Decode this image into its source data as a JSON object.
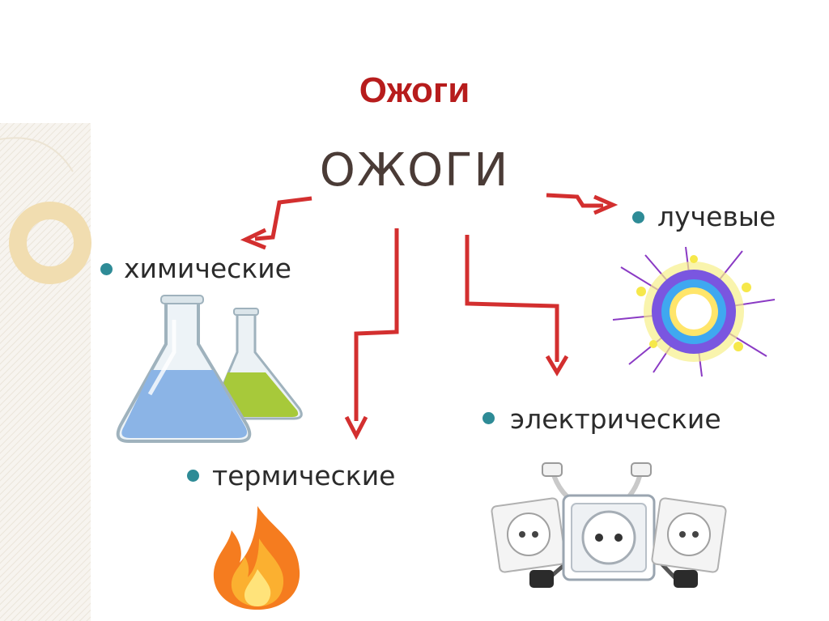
{
  "slide": {
    "title": "Ожоги"
  },
  "diagram": {
    "root": "ОЖОГИ",
    "categories": [
      {
        "id": "chemical",
        "label": "химические",
        "icon": "chemical-flasks-icon"
      },
      {
        "id": "thermal",
        "label": "термические",
        "icon": "flame-icon"
      },
      {
        "id": "electrical",
        "label": "электрические",
        "icon": "electric-sockets-icon"
      },
      {
        "id": "radiation",
        "label": "лучевые",
        "icon": "radiation-burst-icon"
      }
    ]
  },
  "colors": {
    "title": "#b71c1c",
    "arrow": "#d32f2f",
    "bullet": "#2e8b96",
    "root_text": "#4a3b36"
  }
}
